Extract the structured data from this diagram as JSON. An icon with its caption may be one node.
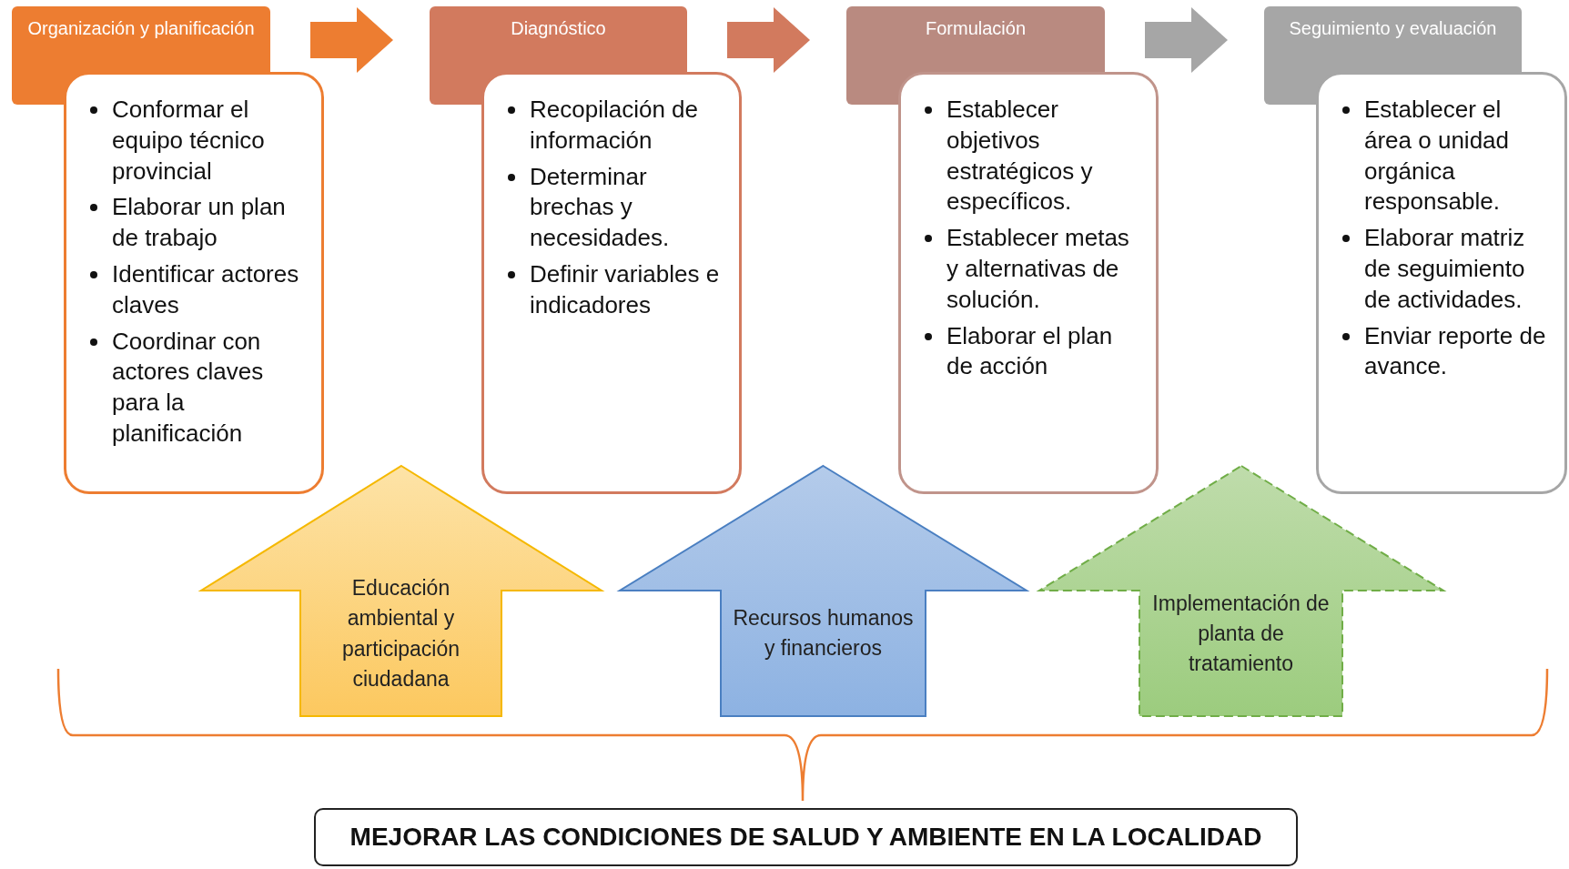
{
  "diagram": {
    "nodes": [
      {
        "text": [
          "Organización y planificación",
          "Conformar el equipo técnico provincial",
          "Elaborar un plan de trabajo",
          "Identificar actores claves",
          "Coordinar con actores claves para la planificación"
        ]
      },
      {
        "text": [
          "Diagnóstico",
          "Recopilación de información",
          "Determinar brechas y necesidades.",
          "Definir variables e indicadores"
        ]
      },
      {
        "text": [
          "Formulación",
          "Establecer objetivos estratégicos y específicos.",
          "Establecer metas y alternativas de solución.",
          "Elaborar el plan de acción"
        ]
      },
      {
        "text": [
          "Seguimiento y evaluación",
          "Establecer el área o unidad orgánica responsable.",
          "Elaborar matriz de seguimiento de actividades.",
          "Enviar reporte de avance."
        ]
      },
      {
        "text": [
          "Educación ambiental y participación ciudadana"
        ]
      },
      {
        "text": [
          "Recursos humanos y financieros"
        ]
      },
      {
        "text": [
          "Implementación de planta de tratamiento"
        ]
      },
      {
        "text": [
          "MEJORAR LAS CONDICIONES DE SALUD Y AMBIENTE EN LA LOCALIDAD"
        ]
      }
    ],
    "edges": [
      {
        "from": 0,
        "to": 1,
        "arrow": "to",
        "color": "#ed7d31"
      },
      {
        "from": 1,
        "to": 2,
        "arrow": "to",
        "color": "#d27a5e"
      },
      {
        "from": 2,
        "to": 3,
        "arrow": "to",
        "color": "#a6a6a6"
      }
    ]
  }
}
